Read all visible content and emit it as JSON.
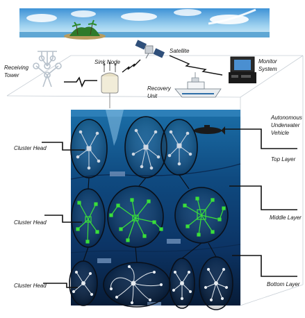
{
  "labels": {
    "receiving_tower": [
      "Receiving",
      "Tower"
    ],
    "sink_node": "Sink Node",
    "satellite": "Satellite",
    "monitor_system": [
      "Monitor",
      "System"
    ],
    "recovery_unit": [
      "Recovery",
      "Unit"
    ],
    "auv": [
      "Autonomous",
      "Underwater",
      "Vehicle"
    ],
    "top_layer": "Top Layer",
    "middle_layer": "Middle Layer",
    "bottom_layer": "Bottom Layer",
    "cluster_head": "Cluster Head"
  },
  "colors": {
    "water_top": "#1b6fa8",
    "water_mid": "#0e3b68",
    "water_bottom": "#08203f",
    "middle_nodes": "#3adf3a",
    "top_nodes": "#cfd8e3",
    "bottom_nodes": "#e6ebf0",
    "sky": "#7ec0e8"
  },
  "icons": [
    "receiving-tower-icon",
    "sink-node-icon",
    "satellite-icon",
    "ship-icon",
    "monitor-system-icon",
    "auv-icon",
    "island-icon"
  ]
}
